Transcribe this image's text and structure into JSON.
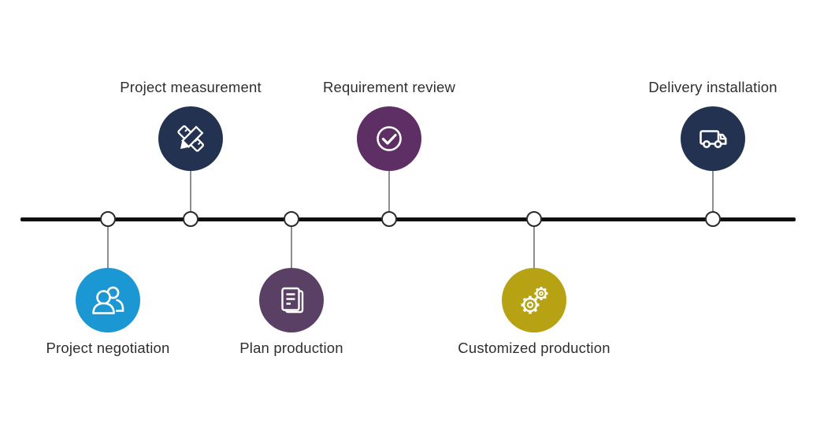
{
  "timeline": {
    "background": "#ffffff",
    "axis_color": "#0f0f0f",
    "connector_color": "#8e8e8e",
    "node_fill": "#ffffff",
    "node_stroke": "#2b2b2b",
    "label_color": "#2f2f2f",
    "steps": [
      {
        "label": "Project negotiation",
        "side": "below",
        "icon": "people-icon",
        "color": "#1b97d4"
      },
      {
        "label": "Project measurement",
        "side": "above",
        "icon": "ruler-pencil-icon",
        "color": "#233250"
      },
      {
        "label": "Plan production",
        "side": "below",
        "icon": "document-icon",
        "color": "#5a4065"
      },
      {
        "label": "Requirement review",
        "side": "above",
        "icon": "check-circle-icon",
        "color": "#5d2f64"
      },
      {
        "label": "Customized production",
        "side": "below",
        "icon": "gears-icon",
        "color": "#b6a213"
      },
      {
        "label": "Delivery installation",
        "side": "above",
        "icon": "truck-icon",
        "color": "#233250"
      }
    ]
  }
}
